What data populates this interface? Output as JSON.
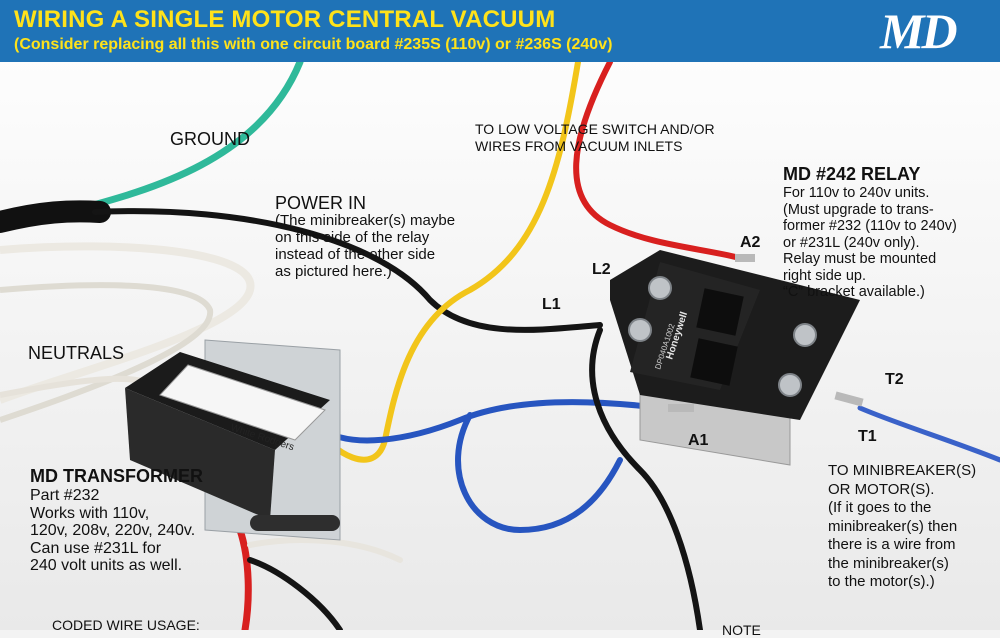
{
  "header": {
    "title": "WIRING A SINGLE MOTOR CENTRAL VACUUM",
    "subtitle": "(Consider replacing all this with one circuit board #235S (110v) or #236S (240v)",
    "logo": "MD"
  },
  "labels": {
    "ground": "GROUND",
    "low_voltage": [
      "TO LOW VOLTAGE SWITCH AND/OR",
      "WIRES FROM VACUUM INLETS"
    ],
    "power_in_title": "POWER IN",
    "power_in_note": [
      "(The minibreaker(s) maybe",
      "on this side of the relay",
      "instead of the other side",
      "as pictured here.)"
    ],
    "neutrals": "NEUTRALS",
    "relay_title": "MD #242 RELAY",
    "relay_note": [
      "For 110v to 240v units.",
      "(Must upgrade to trans-",
      "former #232 (110v to 240v)",
      "or #231L (240v only).",
      "Relay must be mounted",
      "right side up.",
      "“C” bracket available.)"
    ],
    "terminal_a2": "A2",
    "terminal_l2": "L2",
    "terminal_l1": "L1",
    "terminal_t2": "T2",
    "terminal_t1": "T1",
    "terminal_a1": "A1",
    "transformer_title": "MD TRANSFORMER",
    "transformer_note": [
      "Part #232",
      "Works with 110v,",
      "120v, 208v, 220v, 240v.",
      "Can use #231L for",
      "240 volt units as well."
    ],
    "motor_note": [
      "TO MINIBREAKER(S)",
      "OR MOTOR(S).",
      "(If it goes to the",
      "minibreaker(s) then",
      "there is a wire from",
      "the minibreaker(s)",
      "to the motor(s).)"
    ],
    "coded_wire": "CODED WIRE USAGE:",
    "note": "NOTE"
  },
  "relay": {
    "brand": "Honeywell",
    "model": "DP040A1002"
  },
  "transformer": {
    "brand": "White Rodgers"
  },
  "colors": {
    "header_bg": "#1f73b7",
    "header_text": "#ffe21a",
    "wire_green": "#2fb99a",
    "wire_black": "#141414",
    "wire_yellow": "#f2c51a",
    "wire_red": "#d8201f",
    "wire_blue": "#2755c0",
    "wire_white": "#ece9e2"
  }
}
